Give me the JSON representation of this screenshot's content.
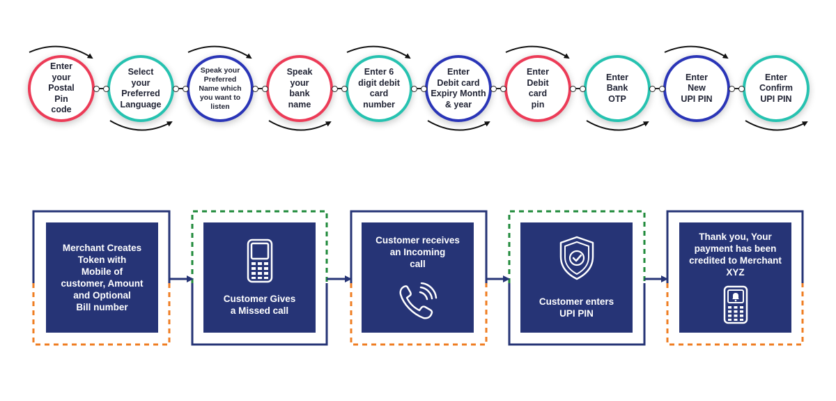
{
  "top_steps": [
    {
      "label": "Enter\nyour\nPostal\nPin\ncode",
      "color": "#ec3b57"
    },
    {
      "label": "Select\nyour\nPreferred\nLanguage",
      "color": "#26c2b0"
    },
    {
      "label": "Speak your\nPreferred\nName which\nyou want to\nlisten",
      "color": "#2a35b7"
    },
    {
      "label": "Speak\nyour\nbank\nname",
      "color": "#ec3b57"
    },
    {
      "label": "Enter 6\ndigit debit\ncard\nnumber",
      "color": "#26c2b0"
    },
    {
      "label": "Enter\nDebit card\nExpiry Month\n& year",
      "color": "#2a35b7"
    },
    {
      "label": "Enter\nDebit\ncard\npin",
      "color": "#ec3b57"
    },
    {
      "label": "Enter\nBank\nOTP",
      "color": "#26c2b0"
    },
    {
      "label": "Enter\nNew\nUPI PIN",
      "color": "#2a35b7"
    },
    {
      "label": "Enter\nConfirm\nUPI PIN",
      "color": "#26c2b0"
    }
  ],
  "bottom_stages": [
    {
      "text": "Merchant Creates\nToken with\nMobile of\ncustomer, Amount\nand Optional\nBill number",
      "icon": ""
    },
    {
      "text": "Customer Gives\na Missed call",
      "icon": "feature-phone-icon"
    },
    {
      "text": "Customer receives\nan Incoming\ncall",
      "icon": "phone-ringing-icon"
    },
    {
      "text": "Customer enters\nUPI PIN",
      "icon": "shield-check-icon"
    },
    {
      "text": "Thank you, Your\npayment has been\ncredited to Merchant\nXYZ",
      "icon": "phone-bell-icon"
    }
  ],
  "colors": {
    "card": "#263476",
    "frame_navy": "#263476",
    "frame_green": "#1f8a3a",
    "frame_orange": "#ef7d22"
  }
}
